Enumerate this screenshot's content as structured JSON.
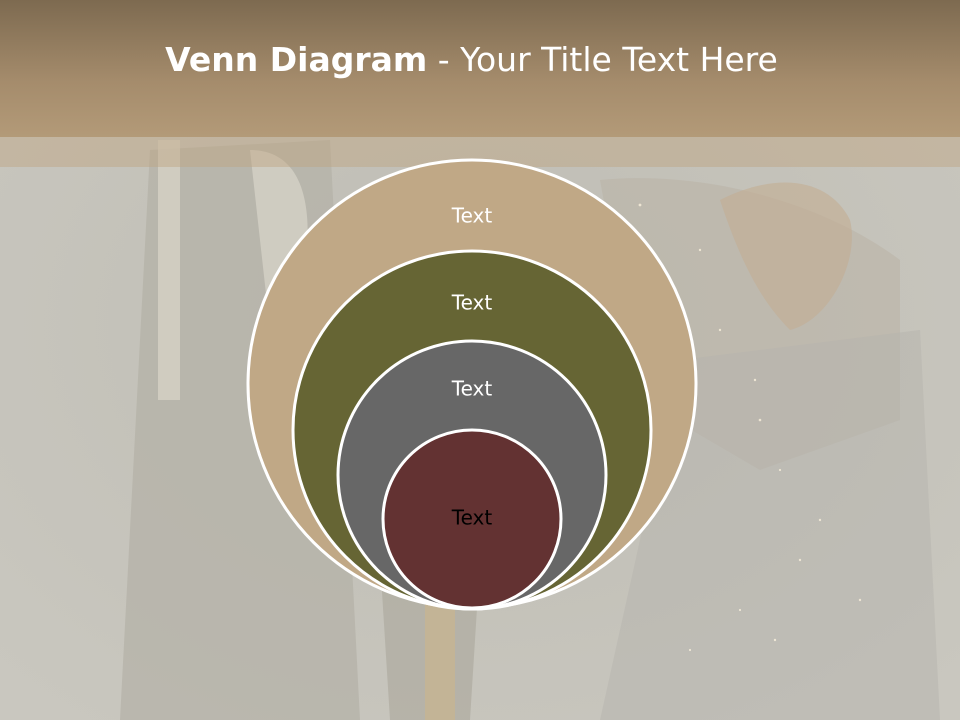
{
  "slide": {
    "title_bold": "Venn Diagram",
    "title_rest": " - Your Title Text Here"
  },
  "venn": {
    "circles": [
      {
        "label": "Text",
        "fill": "#c0a886",
        "text_color": "#ffffff"
      },
      {
        "label": "Text",
        "fill": "#666534",
        "text_color": "#ffffff"
      },
      {
        "label": "Text",
        "fill": "#676767",
        "text_color": "#ffffff"
      },
      {
        "label": "Text",
        "fill": "#633232",
        "text_color": "#000000"
      }
    ],
    "outline_color": "#ffffff"
  }
}
